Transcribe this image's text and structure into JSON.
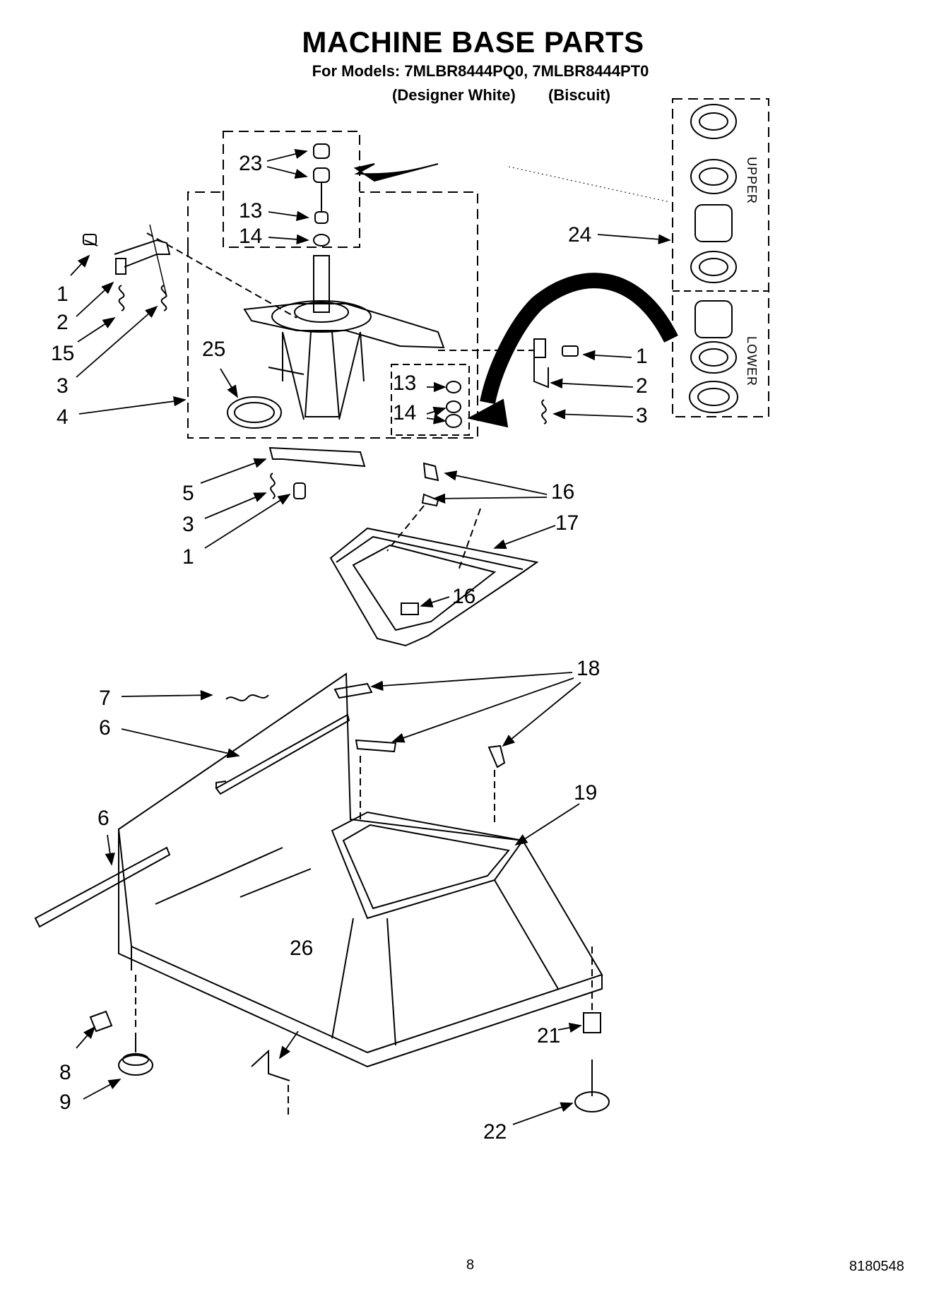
{
  "header": {
    "title": "MACHINE BASE PARTS",
    "models": "For Models: 7MLBR8444PQ0, 7MLBR8444PT0",
    "variant_1": "(Designer White)",
    "variant_2": "(Biscuit)"
  },
  "inset": {
    "upper": "UPPER",
    "lower": "LOWER"
  },
  "callouts": {
    "c23": "23",
    "c13a": "13",
    "c14a": "14",
    "c1a": "1",
    "c2a": "2",
    "c15": "15",
    "c3a": "3",
    "c4": "4",
    "c25": "25",
    "c24": "24",
    "c1b": "1",
    "c2b": "2",
    "c3b": "3",
    "c13b": "13",
    "c14b": "14",
    "c5": "5",
    "c3c": "3",
    "c1c": "1",
    "c16a": "16",
    "c17": "17",
    "c16b": "16",
    "c7": "7",
    "c6a": "6",
    "c18": "18",
    "c6b": "6",
    "c19": "19",
    "c26": "26",
    "c8": "8",
    "c9": "9",
    "c21": "21",
    "c22": "22"
  },
  "footer": {
    "page_number": "8",
    "doc_number": "8180548"
  }
}
